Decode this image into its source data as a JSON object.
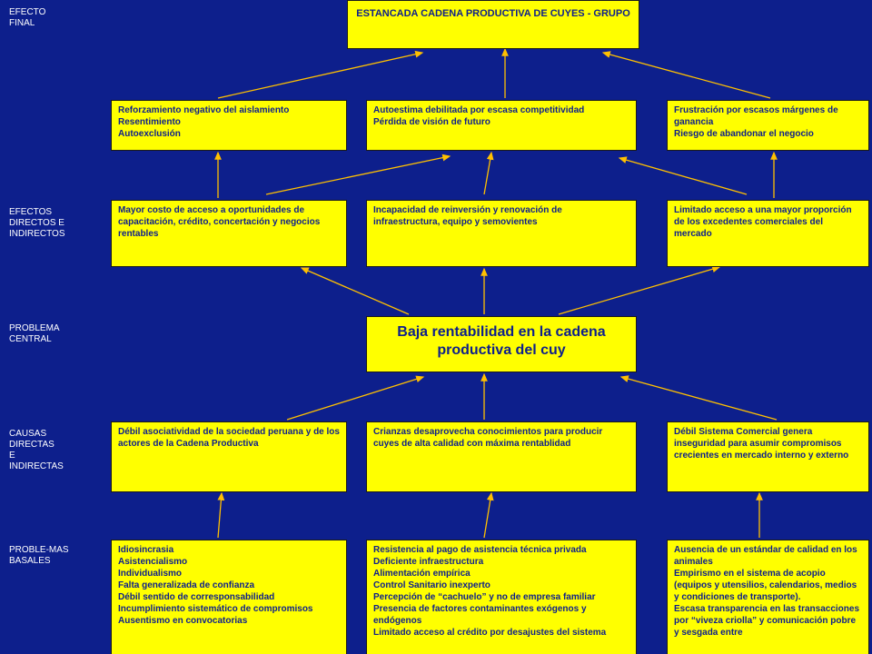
{
  "row_labels": {
    "efecto_final": "EFECTO\nFINAL",
    "efectos": "EFECTOS\nDIRECTOS E\nINDIRECTOS",
    "problema": "PROBLEMA\nCENTRAL",
    "causas": "CAUSAS\nDIRECTAS\nE\nINDIRECTAS",
    "basales": "PROBLE-MAS\nBASALES"
  },
  "final_effect": "ESTANCADA CADENA PRODUCTIVA DE CUYES - GRUPO",
  "indirect_effects": [
    [
      "Reforzamiento negativo del aislamiento",
      "Resentimiento",
      "Autoexclusión"
    ],
    [
      "Autoestima debilitada por escasa competitividad",
      "Pérdida de visión de futuro"
    ],
    [
      "Frustración por escasos márgenes de ganancia",
      "Riesgo de abandonar el negocio"
    ]
  ],
  "direct_effects": [
    "Mayor costo de acceso a oportunidades de capacitación, crédito, concertación y negocios rentables",
    "Incapacidad de reinversión y renovación de infraestructura, equipo y semovientes",
    "Limitado acceso a una mayor proporción de los excedentes comerciales del mercado"
  ],
  "central_problem": "Baja rentabilidad en la cadena productiva del cuy",
  "direct_causes": [
    "Débil asociatividad de la sociedad peruana y de los actores de la Cadena Productiva",
    "Crianzas desaprovecha conocimientos para producir cuyes de alta calidad con máxima rentablidad",
    "Débil Sistema Comercial genera inseguridad para asumir compromisos crecientes en mercado interno y externo"
  ],
  "basal_problems": [
    [
      "Idiosincrasia",
      "Asistencialismo",
      "Individualismo",
      "Falta generalizada de confianza",
      "Débil sentido de corresponsabilidad",
      "Incumplimiento sistemático de compromisos",
      "Ausentismo en convocatorias"
    ],
    [
      "Resistencia al pago de asistencia técnica privada",
      "Deficiente infraestructura",
      "Alimentación empírica",
      "Control Sanitario inexperto",
      "Percepción de “cachuelo” y no de empresa familiar",
      "Presencia de factores contaminantes exógenos y endógenos",
      "Limitado acceso al crédito por desajustes del sistema"
    ],
    [
      "Ausencia de un estándar de calidad en los animales",
      "Empirismo en el sistema de acopio (equipos y utensilios, calendarios, medios y condiciones de transporte).",
      "Escasa transparencia en las transacciones por “viveza criolla” y comunicación pobre y sesgada entre"
    ]
  ],
  "colors": {
    "background": "#0d1f8c",
    "box": "#ffff00",
    "text": "#0d1f8c",
    "arrow": "#ffc000"
  }
}
